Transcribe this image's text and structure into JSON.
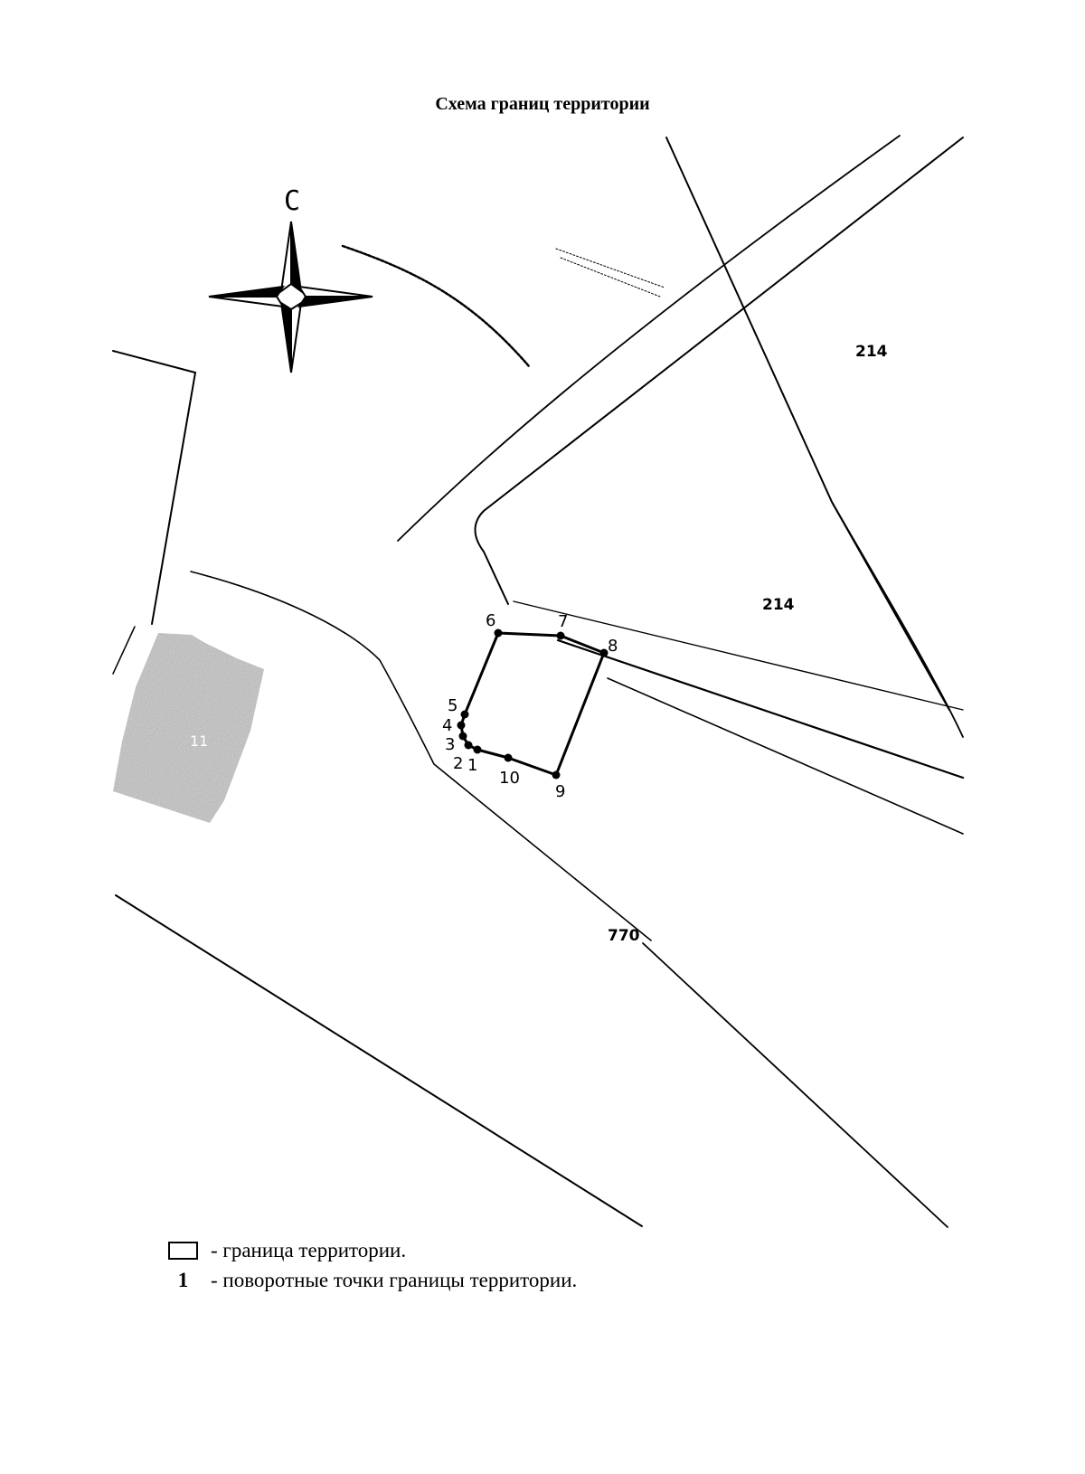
{
  "title": "Схема границ территории",
  "compass": {
    "north_letter": "С",
    "icon": "compass-rose-icon"
  },
  "parcels": {
    "top_right": "214",
    "middle_right": "214",
    "road": "770",
    "building": "11"
  },
  "boundary_points": [
    {
      "label": "1"
    },
    {
      "label": "2"
    },
    {
      "label": "3"
    },
    {
      "label": "4"
    },
    {
      "label": "5"
    },
    {
      "label": "6"
    },
    {
      "label": "7"
    },
    {
      "label": "8"
    },
    {
      "label": "9"
    },
    {
      "label": "10"
    }
  ],
  "legend": {
    "boundary_text": "- граница территории.",
    "marker_sample": "1",
    "points_text": "- поворотные точки границы территории."
  },
  "colors": {
    "ink": "#000000",
    "building_fill": "#8a8a8a",
    "background": "#ffffff"
  }
}
